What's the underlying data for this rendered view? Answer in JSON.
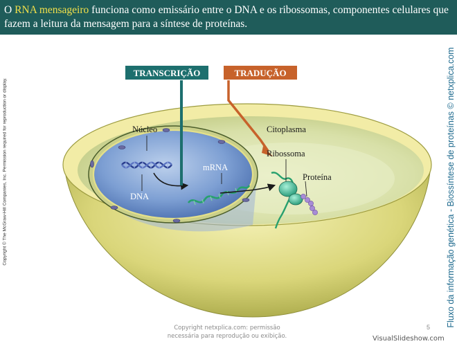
{
  "header": {
    "prefix": "O ",
    "highlight": "RNA mensageiro",
    "rest": " funciona como emissário entre o DNA e os ribossomas, componentes celulares que fazem a leitura da mensagem para a síntese de proteínas."
  },
  "side": {
    "copyright": "Copyright © The McGraw-Hill Companies, Inc. Permission required for reproduction or display.",
    "title": "Fluxo da informação genética - Biossíntese de proteínas © netxplica.com"
  },
  "diagram": {
    "transcricao": "TRANSCRIÇÃO",
    "traducao": "TRADUÇÃO",
    "nucleo": "Núcleo",
    "citoplasma": "Citoplasma",
    "ribossoma": "Ribossoma",
    "proteina": "Proteína",
    "mrna": "mRNA",
    "dna": "DNA"
  },
  "footer": {
    "copyright": "Copyright netxplica.com: permissão necessária para reprodução ou exibição.",
    "page": "5",
    "watermark": "VisualSlideshow.com"
  },
  "colors": {
    "header_bg": "#1f5c5a",
    "highlight": "#f2e04a",
    "transcricao_bg": "#1d6f6e",
    "traducao_bg": "#c7622b",
    "side_title": "#1e6a8e"
  }
}
